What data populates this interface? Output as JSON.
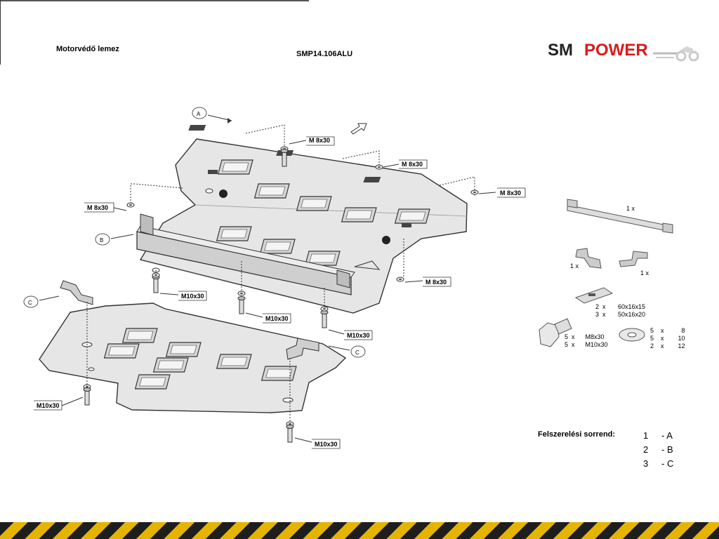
{
  "header": {
    "title_left": "Motorvédő lemez",
    "title_center": "SMP14.106ALU",
    "logo": {
      "part1": "SM",
      "part2": "POWER",
      "part1_color": "#222222",
      "part2_color": "#d81c1c"
    }
  },
  "callouts": {
    "A": "A",
    "B": "B",
    "C1": "C",
    "C2": "C"
  },
  "bolt_labels": {
    "m8_1": "M 8x30",
    "m8_2": "M 8x30",
    "m8_3": "M 8x30",
    "m8_4": "M 8x30",
    "m8_5": "M 8x30",
    "m10_1": "M10x30",
    "m10_2": "M10x30",
    "m10_3": "M10x30",
    "m10_4": "M10x30",
    "m10_5": "M10x30"
  },
  "parts_list": {
    "rail_qty": "1  x",
    "bracket_left_qty": "1  x",
    "bracket_right_qty": "1  x",
    "plate_line1": "2  x       60x16x15",
    "plate_line2": "3  x       50x16x20",
    "bolt_line1": "5  x      M8x30",
    "bolt_line2": "5  x      M10x30",
    "washer_line1": "5    x          8",
    "washer_line2": "5    x        10",
    "washer_line3": "2    x        12"
  },
  "sequence": {
    "title": "Felszerelési sorrend:",
    "rows": [
      {
        "num": "1",
        "letter": "- A"
      },
      {
        "num": "2",
        "letter": "- B"
      },
      {
        "num": "3",
        "letter": "- C"
      }
    ]
  },
  "colors": {
    "plate_fill": "#e6e6e6",
    "plate_stroke": "#333333",
    "hazard_yellow": "#e5b400",
    "hazard_black": "#1e1e1e"
  }
}
